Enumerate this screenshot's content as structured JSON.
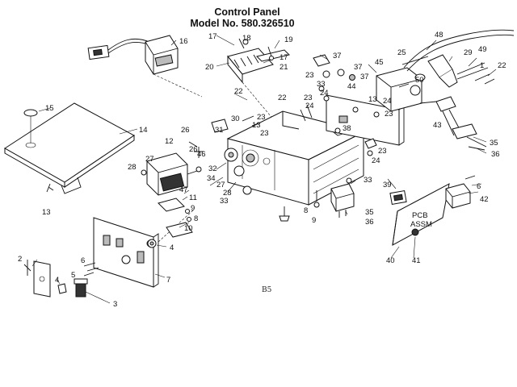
{
  "diagram": {
    "title_line1": "Control Panel",
    "title_line2": "Model No. 580.326510",
    "page_code": "B5",
    "labels": {
      "p1": "1",
      "p2": "2",
      "p3": "3",
      "p4a": "4",
      "p4b": "4",
      "p5": "5",
      "p6a": "6",
      "p6b": "6",
      "p7": "7",
      "p8a": "8",
      "p8b": "8",
      "p9a": "9",
      "p9b": "9",
      "p10": "10",
      "p11": "11",
      "p12": "12",
      "p13a": "13",
      "p13b": "13",
      "p13c": "13",
      "p14": "14",
      "p15": "15",
      "p16": "16",
      "p17a": "17",
      "p17b": "17",
      "p18": "18",
      "p19": "19",
      "p20": "20",
      "p21": "21",
      "p22a": "22",
      "p22b": "22",
      "p22c": "22",
      "p23a": "23",
      "p23b": "23",
      "p23c": "23",
      "p23d": "23",
      "p23e": "23",
      "p23f": "23",
      "p24a": "24",
      "p24b": "24",
      "p24c": "24",
      "p24d": "24",
      "p25": "25",
      "p26a": "26",
      "p26b": "26",
      "p27a": "27",
      "p27b": "27",
      "p28a": "28",
      "p28b": "28",
      "p29": "29",
      "p30": "30",
      "p31": "31",
      "p32": "32",
      "p33a": "33",
      "p33b": "33",
      "p33c": "33",
      "p34": "34",
      "p35a": "35",
      "p35b": "35",
      "p36a": "36",
      "p36b": "36",
      "p37a": "37",
      "p37b": "37",
      "p37c": "37",
      "p38": "38",
      "p39": "39",
      "p40": "40",
      "p41": "41",
      "p42": "42",
      "p43": "43",
      "p44": "44",
      "p45": "45",
      "p46": "46",
      "p47": "47",
      "p48": "48",
      "p49": "49",
      "p50": "50",
      "pcb1": "PCB",
      "pcb2": "ASSM"
    }
  }
}
